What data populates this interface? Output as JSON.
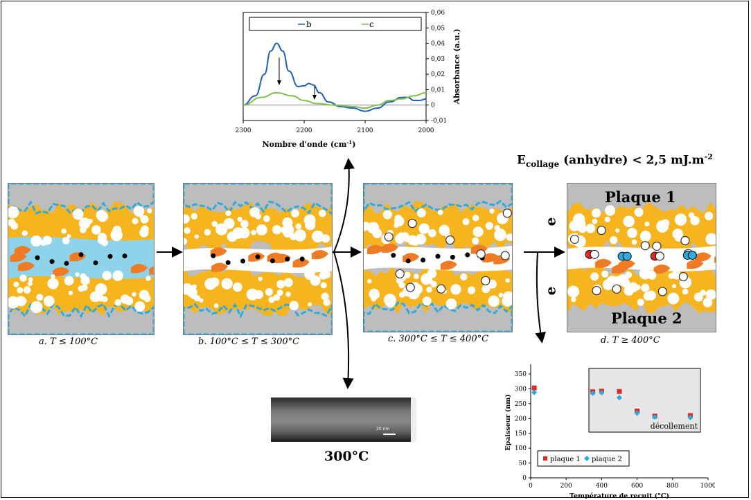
{
  "ir_chart": {
    "type": "line",
    "xlabel": "Nombre d'onde (cm",
    "xlabel_sup": "-1",
    "xlabel_close": ")",
    "ylabel": "Absorbance (a.u.)",
    "xlim": [
      2300,
      2000
    ],
    "ylim": [
      -0.01,
      0.06
    ],
    "x_ticks": [
      "2300",
      "2200",
      "2100",
      "2000"
    ],
    "y_ticks": [
      "0,06",
      "0,05",
      "0,04",
      "0,03",
      "0,02",
      "0,01",
      "0",
      "-0,01"
    ],
    "legend": [
      "b",
      "c"
    ],
    "colors": {
      "b": "#1f5fb0",
      "c": "#7fc04b"
    }
  },
  "thickness_chart": {
    "type": "scatter",
    "xlabel": "Température de recuit (°C)",
    "ylabel": "Epaisseur (nm)",
    "xlim": [
      0,
      1000
    ],
    "ylim": [
      0,
      350
    ],
    "x_ticks": [
      "0",
      "200",
      "400",
      "600",
      "800",
      "1000"
    ],
    "y_ticks": [
      "350",
      "300",
      "250",
      "200",
      "150",
      "100",
      "50",
      "0"
    ],
    "inset_label": "décollement",
    "legend": [
      "plaque 1",
      "plaque 2"
    ],
    "colors": {
      "plaque 1": "#e0282a",
      "plaque 2": "#29abe2"
    }
  },
  "chart_data": [
    {
      "type": "line",
      "xlabel": "Nombre d'onde (cm-1)",
      "ylabel": "Absorbance (a.u.)",
      "xlim": [
        2300,
        2000
      ],
      "ylim": [
        -0.01,
        0.06
      ],
      "series": [
        {
          "name": "b",
          "x": [
            2300,
            2280,
            2265,
            2255,
            2245,
            2235,
            2225,
            2210,
            2200,
            2192,
            2185,
            2175,
            2160,
            2140,
            2120,
            2100,
            2080,
            2060,
            2040,
            2030,
            2020,
            2010,
            2000
          ],
          "y": [
            0.0,
            0.006,
            0.02,
            0.035,
            0.04,
            0.035,
            0.022,
            0.012,
            0.0125,
            0.014,
            0.013,
            0.008,
            0.002,
            -0.001,
            -0.002,
            -0.004,
            -0.002,
            0.002,
            0.005,
            0.005,
            0.003,
            0.003,
            0.004
          ]
        },
        {
          "name": "c",
          "x": [
            2300,
            2270,
            2245,
            2220,
            2200,
            2180,
            2150,
            2120,
            2100,
            2080,
            2060,
            2040,
            2020,
            2000
          ],
          "y": [
            0.0,
            0.005,
            0.008,
            0.006,
            0.003,
            0.001,
            0.0,
            -0.001,
            -0.002,
            0.0,
            0.003,
            0.004,
            0.006,
            0.008
          ]
        }
      ]
    },
    {
      "type": "scatter",
      "xlabel": "Température de recuit (°C)",
      "ylabel": "Epaisseur (nm)",
      "xlim": [
        0,
        1000
      ],
      "ylim": [
        0,
        350
      ],
      "series": [
        {
          "name": "plaque 1",
          "x": [
            20,
            350,
            400,
            500,
            600,
            700,
            900
          ],
          "y": [
            303,
            290,
            292,
            291,
            225,
            208,
            210
          ]
        },
        {
          "name": "plaque 2",
          "x": [
            20,
            350,
            400,
            500,
            600,
            700,
            900
          ],
          "y": [
            288,
            285,
            287,
            270,
            218,
            205,
            203
          ]
        }
      ]
    }
  ],
  "captions": {
    "a": "a.  T ≤ 100°C",
    "b": "b. 100°C ≤ T ≤ 300°C",
    "c": "c. 300°C ≤  T ≤ 400°C",
    "d": "d.  T ≥ 400°C"
  },
  "energy": {
    "main": "E",
    "sub": "collage",
    "rest": " (anhydre) < 2,5 mJ.m",
    "sup": "-2"
  },
  "plaque1": "Plaque 1",
  "plaque2": "Plaque 2",
  "e_label": "e",
  "tem_label": "300°C",
  "scale_text": "20 nm"
}
